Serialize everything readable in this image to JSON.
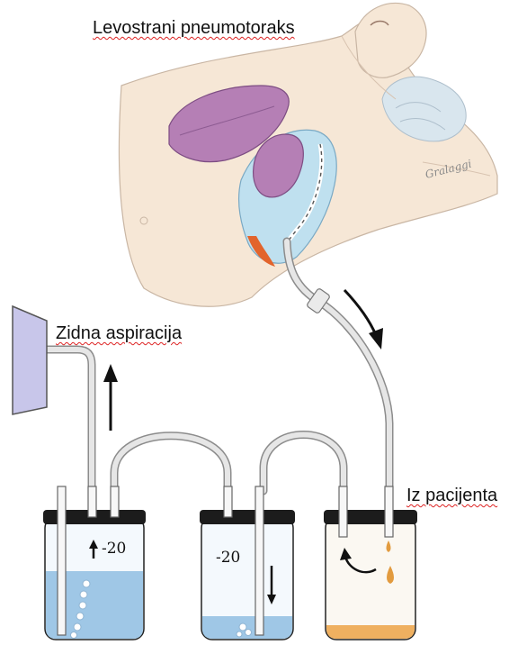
{
  "labels": {
    "title": "Levostrani pneumotoraks",
    "wall_suction": "Zidna aspiracija",
    "from_patient": "Iz pacijenta"
  },
  "bottles": {
    "suction_control_pressure": "-20",
    "water_seal_pressure": "-20"
  },
  "artist_signature": "Gralaggi",
  "colors": {
    "skin": "#f6e7d6",
    "lung_fill": "#b57fb5",
    "lung_dark": "#8d5c92",
    "pleural_space": "#bfe0ef",
    "water": "#9fc7e6",
    "drainage_fluid": "#efb060",
    "bottle_cap": "#1c1c1c",
    "wall_plate": "#c8c6ea",
    "tubing": "#d4d4d4"
  }
}
